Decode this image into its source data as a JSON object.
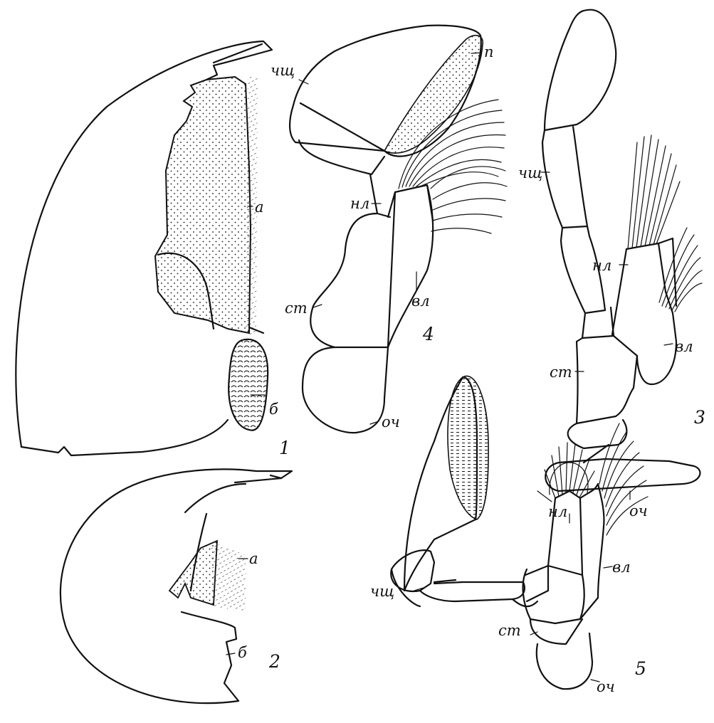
{
  "figures": [
    {
      "number": "1",
      "labels": {
        "a": "а",
        "b": "б"
      }
    },
    {
      "number": "2",
      "labels": {
        "a": "а",
        "b": "б"
      }
    },
    {
      "number": "3",
      "labels": {
        "chsh": "чщ",
        "nl": "нл",
        "vl": "вл",
        "st": "ст",
        "och": "оч"
      }
    },
    {
      "number": "4",
      "labels": {
        "chsh": "чщ",
        "p": "п",
        "nl": "нл",
        "vl": "вл",
        "st": "ст",
        "och": "оч"
      }
    },
    {
      "number": "5",
      "labels": {
        "chsh": "чщ",
        "nl": "нл",
        "vl": "вл",
        "st": "ст",
        "och": "оч"
      }
    }
  ],
  "style": {
    "ink": "#111111",
    "background": "#ffffff"
  }
}
